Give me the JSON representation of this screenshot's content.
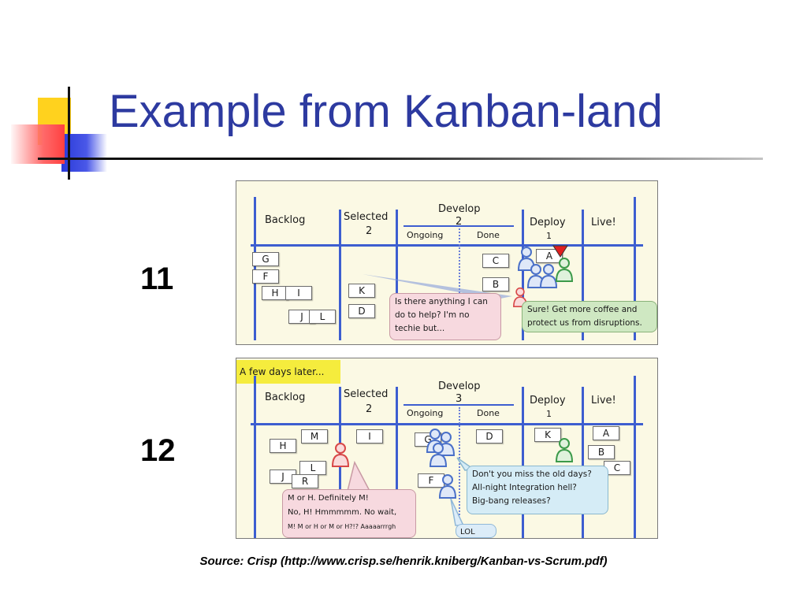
{
  "slide": {
    "title": "Example from Kanban-land",
    "source": "Source: Crisp (http://www.crisp.se/henrik.kniberg/Kanban-vs-Scrum.pdf)"
  },
  "colors": {
    "title": "#2d3aa0",
    "board_line": "#3d5ed0",
    "note": "#f5ec3d"
  },
  "board_1": {
    "number": "11",
    "columns": {
      "backlog": "Backlog",
      "selected": "Selected",
      "selected_limit": "2",
      "develop": "Develop",
      "develop_limit": "2",
      "ongoing": "Ongoing",
      "done": "Done",
      "deploy": "Deploy",
      "deploy_limit": "1",
      "live": "Live!"
    },
    "cards": {
      "g": "G",
      "f": "F",
      "h": "H",
      "i": "I",
      "j": "J",
      "l": "L",
      "k": "K",
      "d": "D",
      "c": "C",
      "b": "B",
      "a": "A"
    },
    "bubble_question": [
      "Is there anything I can",
      "do to help? I'm no",
      "techie but..."
    ],
    "bubble_answer": [
      "Sure! Get more coffee and",
      "protect us from disruptions."
    ]
  },
  "board_2": {
    "number": "12",
    "note": "A few days later...",
    "columns": {
      "backlog": "Backlog",
      "selected": "Selected",
      "selected_limit": "2",
      "develop": "Develop",
      "develop_limit": "3",
      "ongoing": "Ongoing",
      "done": "Done",
      "deploy": "Deploy",
      "deploy_limit": "1",
      "live": "Live!"
    },
    "cards": {
      "m": "M",
      "h": "H",
      "l": "L",
      "j": "J",
      "r": "R",
      "i": "I",
      "g": "G",
      "f": "F",
      "d": "D",
      "k": "K",
      "a": "A",
      "b": "B",
      "c": "C"
    },
    "bubble_pink": [
      "M or H. Definitely M!",
      "No, H! Hmmmmm. No wait,",
      "M! M or H or M or H?!? Aaaaarrrgh"
    ],
    "bubble_blue": [
      "Don't you miss the old days?",
      "All-night Integration hell?",
      "Big-bang releases?"
    ],
    "bubble_lol": "LOL"
  },
  "icons": {
    "person_blue": "person-icon",
    "person_green": "person-icon",
    "person_red": "person-icon",
    "flag": "red-triangle-icon"
  }
}
